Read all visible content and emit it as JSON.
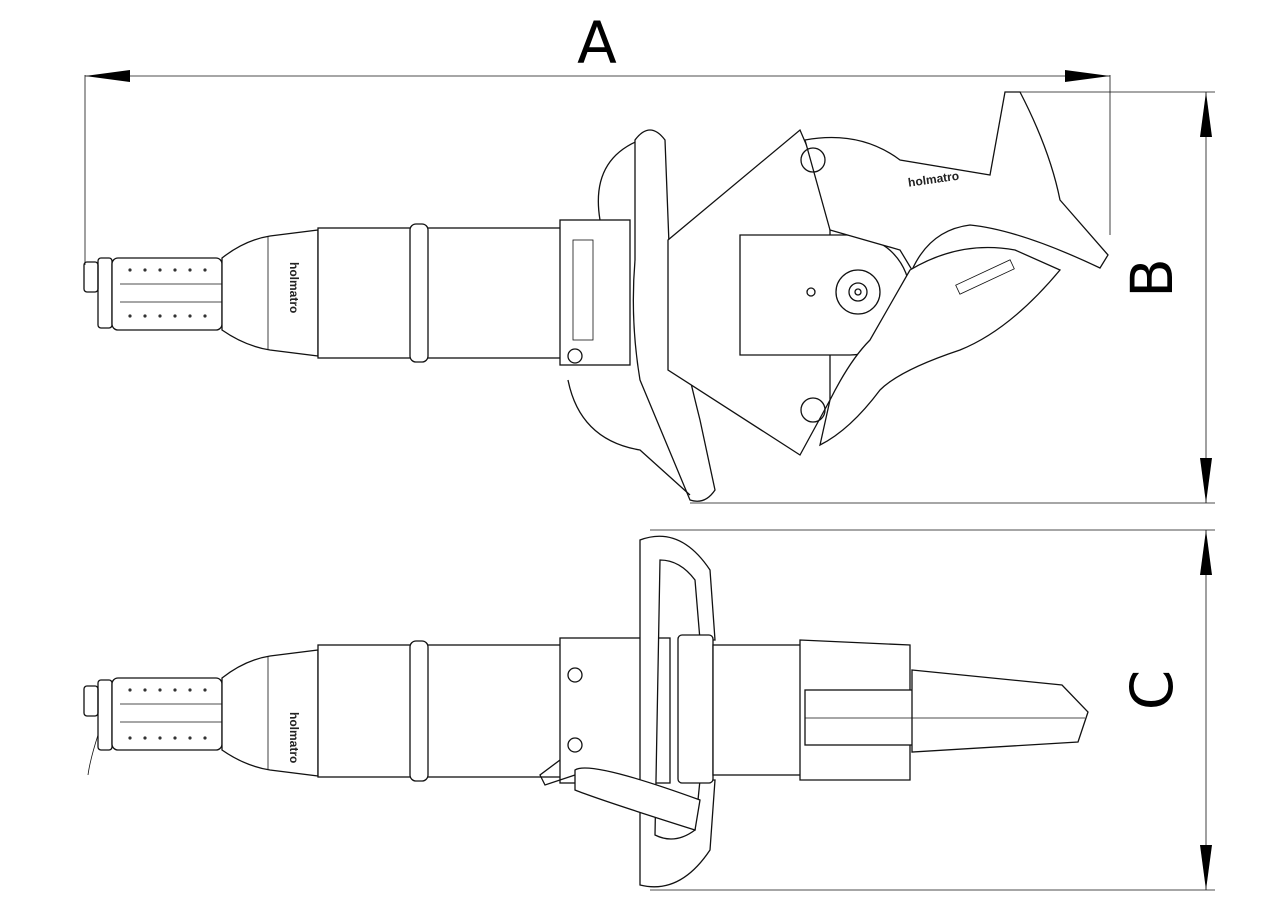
{
  "dimensions": {
    "a": "A",
    "b": "B",
    "c": "C"
  },
  "brand": "holmatro"
}
